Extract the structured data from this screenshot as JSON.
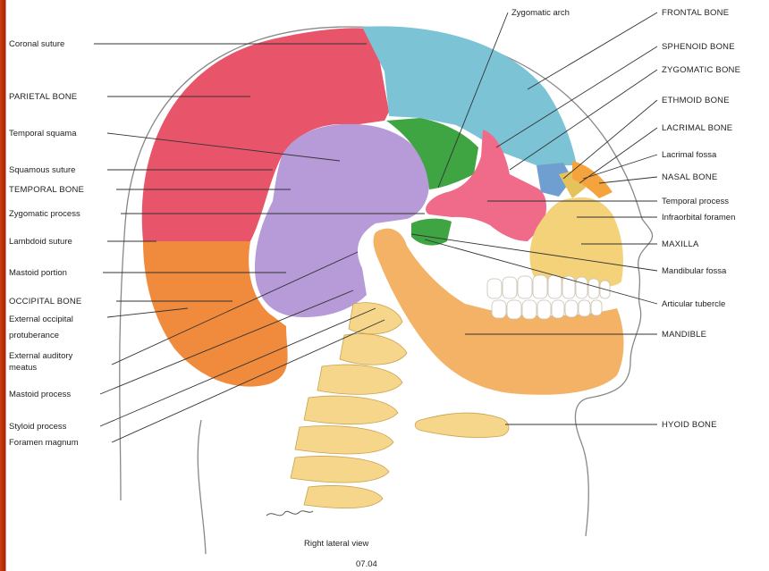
{
  "diagram": {
    "labels_left": {
      "coronal_suture": "Coronal suture",
      "parietal_bone": "PARIETAL BONE",
      "temporal_squama": "Temporal squama",
      "squamous_suture": "Squamous suture",
      "temporal_bone": "TEMPORAL BONE",
      "zygomatic_process": "Zygomatic process",
      "lambdoid_suture": "Lambdoid suture",
      "mastoid_portion": "Mastoid portion",
      "occipital_bone": "OCCIPITAL BONE",
      "external_occipital_1": "External occipital",
      "external_occipital_2": "protuberance",
      "external_auditory_1": "External auditory",
      "external_auditory_2": "meatus",
      "mastoid_process": "Mastoid process",
      "styloid_process": "Styloid process",
      "foramen_magnum": "Foramen magnum"
    },
    "labels_right": {
      "zygomatic_arch": "Zygomatic arch",
      "frontal_bone": "FRONTAL BONE",
      "sphenoid_bone": "SPHENOID BONE",
      "zygomatic_bone": "ZYGOMATIC BONE",
      "ethmoid_bone": "ETHMOID BONE",
      "lacrimal_bone": "LACRIMAL BONE",
      "lacrimal_fossa": "Lacrimal fossa",
      "nasal_bone": "NASAL BONE",
      "temporal_process": "Temporal process",
      "infraorbital_foramen": "Infraorbital foramen",
      "maxilla": "MAXILLA",
      "mandibular_fossa": "Mandibular fossa",
      "articular_tubercle": "Articular tubercle",
      "mandible": "MANDIBLE",
      "hyoid_bone": "HYOID BONE"
    },
    "caption": "Right lateral view",
    "figure_number": "07.04"
  },
  "colors": {
    "frame": "#b8280a",
    "parietal": "#e8556a",
    "frontal": "#7cc3d6",
    "temporal": "#b79ad8",
    "occipital": "#f08a3c",
    "sphenoid": "#3fa543",
    "zygomatic": "#f06a8a",
    "maxilla": "#f4d27a",
    "mandible": "#f3b266",
    "vertebrae": "#f5d68a"
  }
}
